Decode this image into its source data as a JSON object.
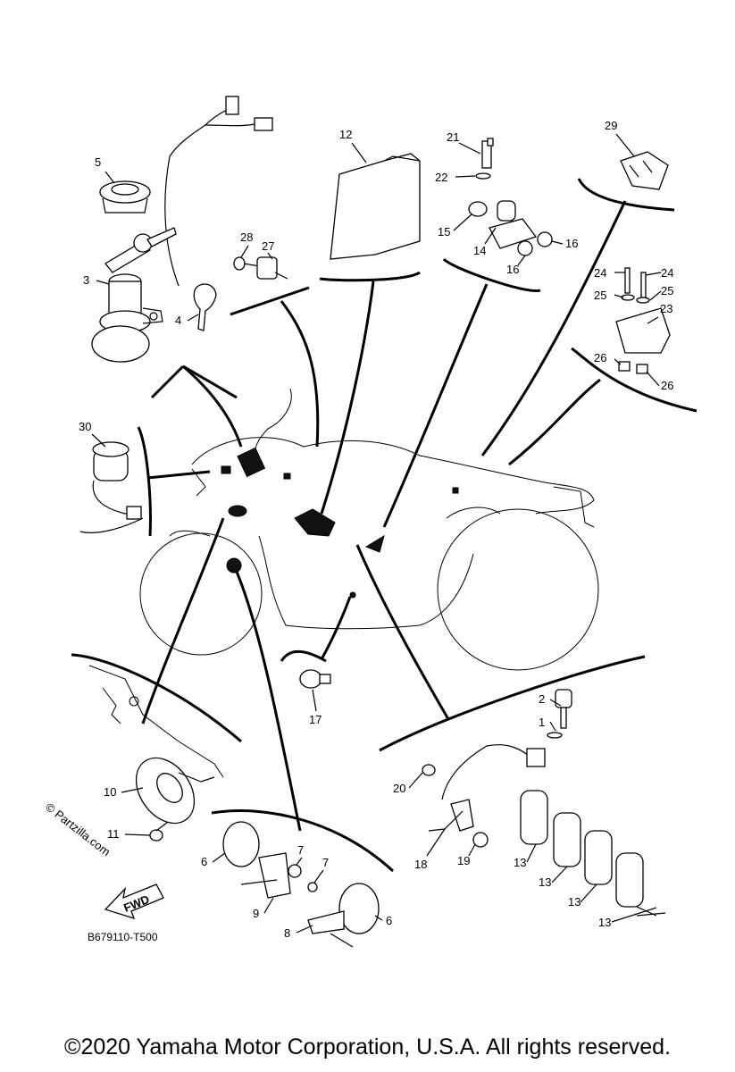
{
  "callouts": {
    "c1": "1",
    "c2": "2",
    "c3": "3",
    "c4": "4",
    "c5": "5",
    "c6a": "6",
    "c6b": "6",
    "c7a": "7",
    "c7b": "7",
    "c8": "8",
    "c9": "9",
    "c10": "10",
    "c11": "11",
    "c12": "12",
    "c13a": "13",
    "c13b": "13",
    "c13c": "13",
    "c13d": "13",
    "c14": "14",
    "c15": "15",
    "c16a": "16",
    "c16b": "16",
    "c17": "17",
    "c18": "18",
    "c19": "19",
    "c20": "20",
    "c21": "21",
    "c22": "22",
    "c23": "23",
    "c24a": "24",
    "c24b": "24",
    "c25a": "25",
    "c25b": "25",
    "c26a": "26",
    "c26b": "26",
    "c27": "27",
    "c28": "28",
    "c29": "29",
    "c30": "30"
  },
  "fwd_label": "FWD",
  "watermark": "© Partzilla.com",
  "diagram_code": "B679110-T500",
  "copyright": "©2020 Yamaha Motor Corporation, U.S.A. All rights reserved."
}
